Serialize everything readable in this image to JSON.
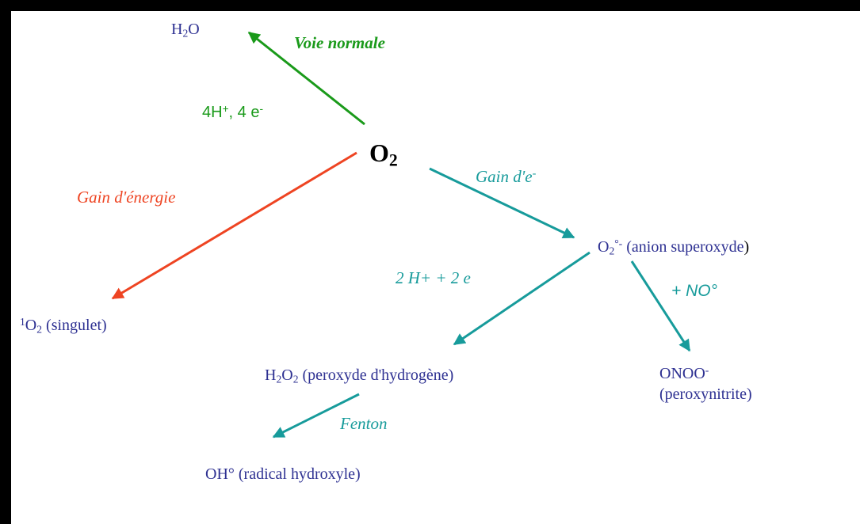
{
  "species": {
    "o2": {
      "main": "O",
      "sub": "2"
    },
    "h2o": {
      "pre": "H",
      "sub": "2",
      "post": "O"
    },
    "singlet": {
      "sup": "1",
      "main": "O",
      "sub": "2",
      "post": " (singulet)"
    },
    "superoxide": {
      "main": "O",
      "sub": "2",
      "sup": "°-",
      "post": " (anion superoxyde",
      "close": ")"
    },
    "peroxide": {
      "h": "H",
      "sub1": "2",
      "o": "O",
      "sub2": "2",
      "post": " (peroxyde d'hydrogène)"
    },
    "peroxynitrite": {
      "line1": "ONOO",
      "sup": "-",
      "line2": "(peroxynitrite)"
    },
    "hydroxyl": {
      "text": "OH° (radical hydroxyle)"
    }
  },
  "labels": {
    "voie_normale": "Voie normale",
    "electrons_4": {
      "a": "4H",
      "sup1": "+",
      "b": ", 4 e",
      "sup2": "-"
    },
    "gain_energie": "Gain d'énergie",
    "gain_e": {
      "text": "Gain d'e",
      "sup": "-"
    },
    "two_h": "2 H+ + 2 e",
    "plus_no": "+ NO°",
    "fenton": "Fenton"
  },
  "colors": {
    "green": "#1a9a1a",
    "teal": "#179b9b",
    "red": "#ee4422",
    "navy": "#2e3192"
  }
}
